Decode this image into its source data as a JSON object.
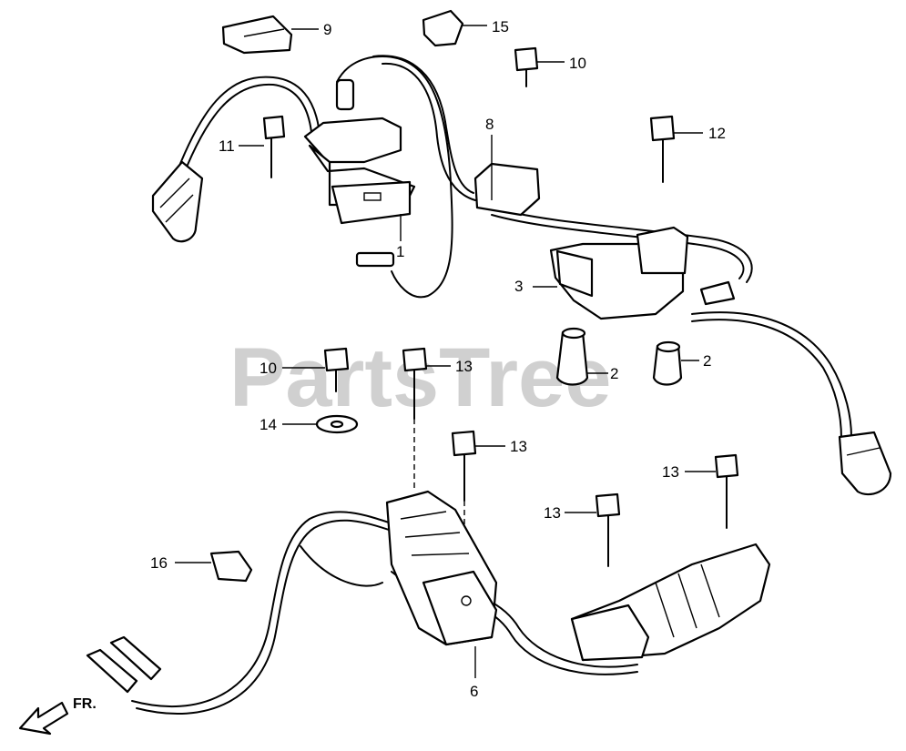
{
  "watermark": "PartsTree",
  "direction_label": "FR.",
  "callouts": {
    "c1": "1",
    "c2a": "2",
    "c2b": "2",
    "c3": "3",
    "c6": "6",
    "c8": "8",
    "c9": "9",
    "c10a": "10",
    "c10b": "10",
    "c11": "11",
    "c12": "12",
    "c13a": "13",
    "c13b": "13",
    "c13c": "13",
    "c13d": "13",
    "c14": "14",
    "c15": "15",
    "c16": "16"
  },
  "icons": [
    "bolt-icon",
    "clip-icon",
    "washer-icon",
    "grommet-icon",
    "ignition-coil-icon",
    "connector-icon",
    "spark-plug-cap-icon",
    "arrow-front-icon"
  ]
}
